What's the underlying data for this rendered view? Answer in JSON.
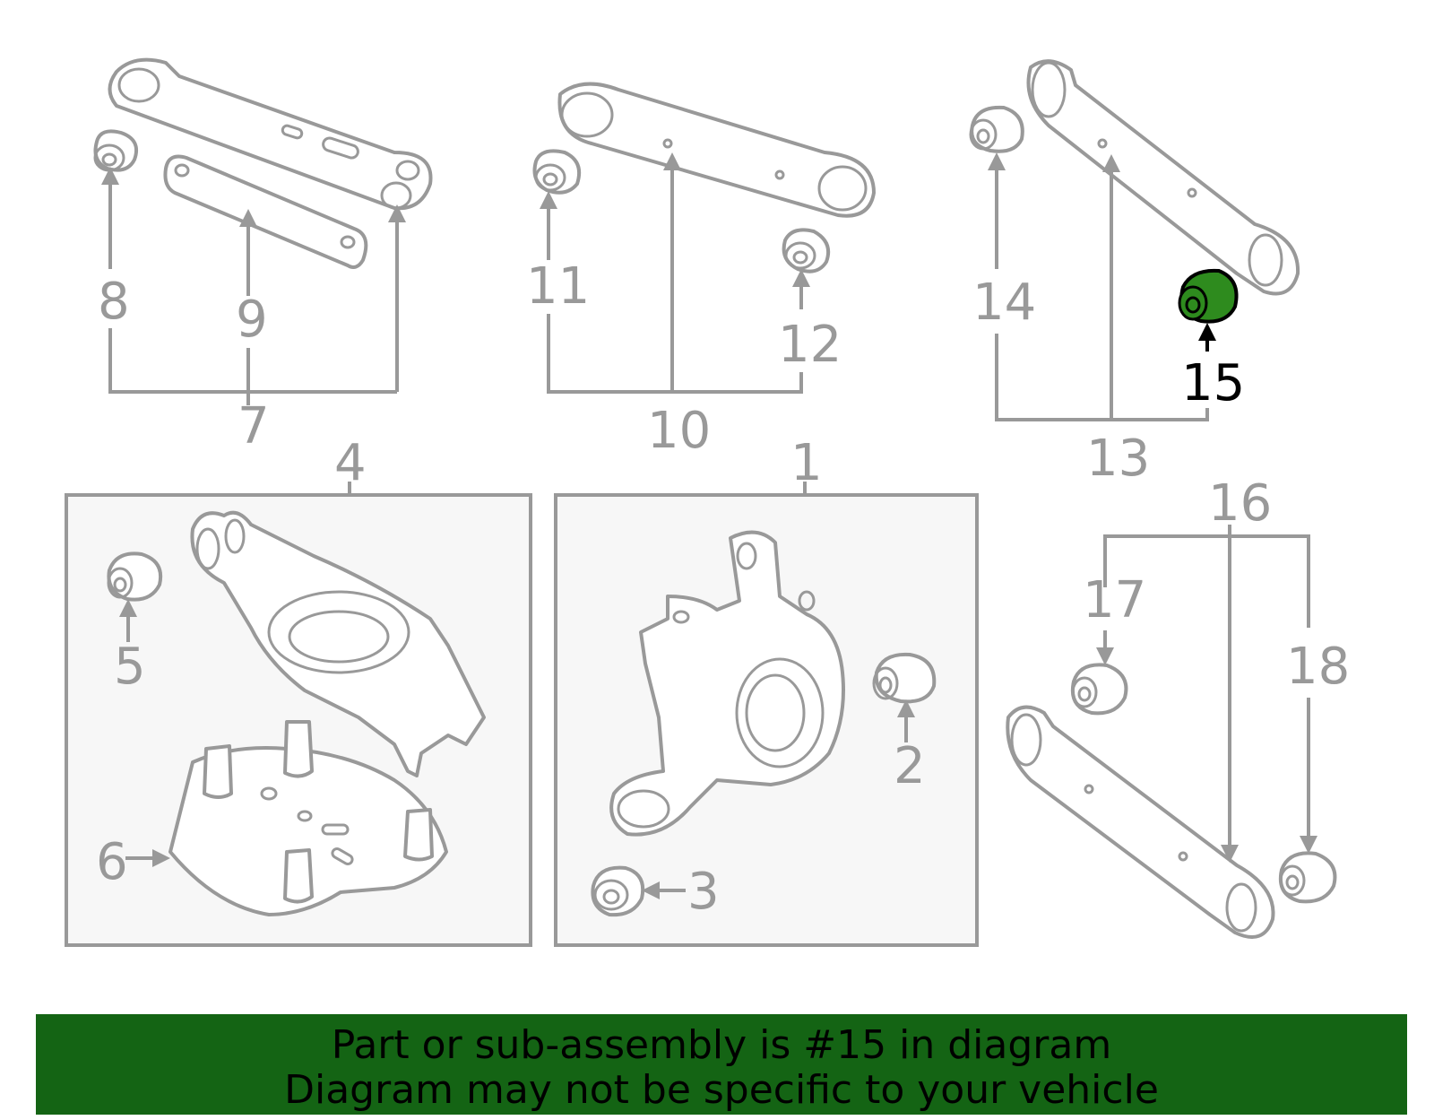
{
  "diagram": {
    "labels": {
      "l1": "1",
      "l2": "2",
      "l3": "3",
      "l4": "4",
      "l5": "5",
      "l6": "6",
      "l7": "7",
      "l8": "8",
      "l9": "9",
      "l10": "10",
      "l11": "11",
      "l12": "12",
      "l13": "13",
      "l14": "14",
      "l15": "15",
      "l16": "16",
      "l17": "17",
      "l18": "18"
    },
    "highlight_part": "15",
    "highlight_color": "#2e8b1e"
  },
  "banner": {
    "line1": "Part or sub-assembly is #15 in diagram",
    "line2": "Diagram may not be specific to your vehicle",
    "background": "#146414"
  }
}
